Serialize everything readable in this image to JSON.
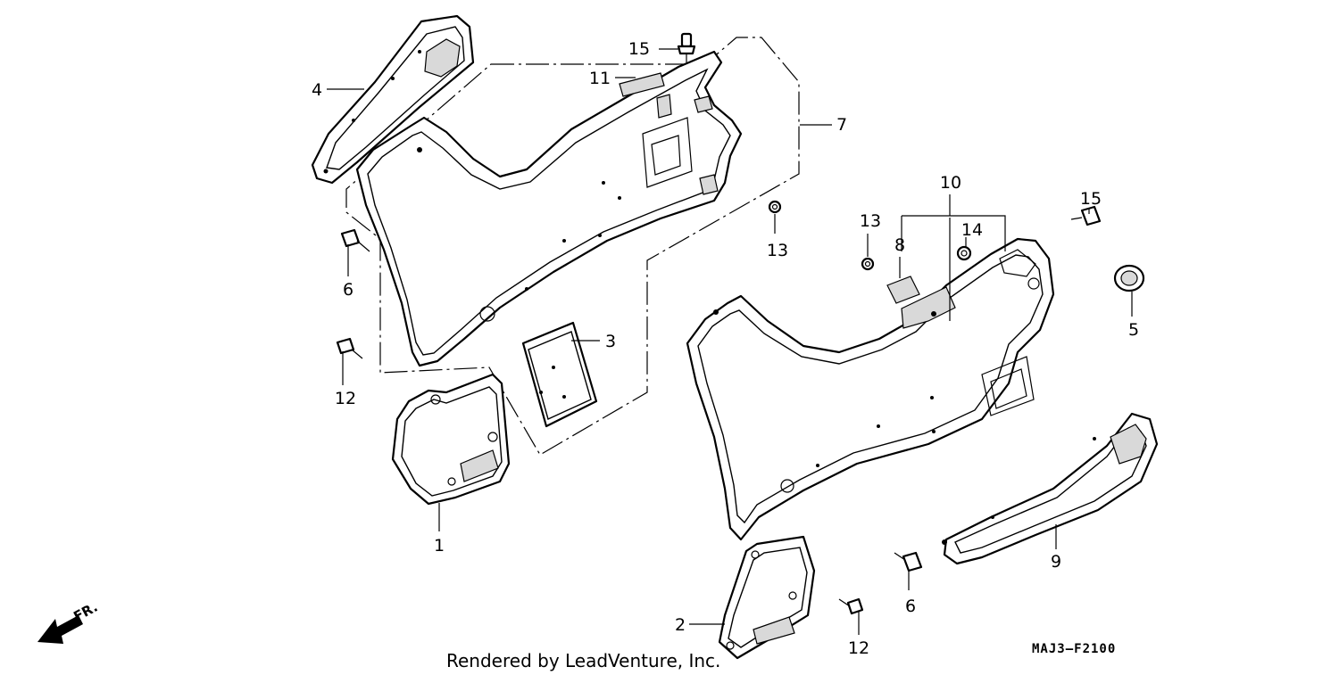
{
  "diagram": {
    "callouts": {
      "c1": "1",
      "c2": "2",
      "c3": "3",
      "c4": "4",
      "c5": "5",
      "c6a": "6",
      "c6b": "6",
      "c7": "7",
      "c8": "8",
      "c9": "9",
      "c10": "10",
      "c11": "11",
      "c12a": "12",
      "c12b": "12",
      "c13a": "13",
      "c13b": "13",
      "c14": "14",
      "c15a": "15",
      "c15b": "15"
    },
    "direction_label": "FR.",
    "credit": "Rendered by LeadVenture, Inc.",
    "diagram_code": "MAJ3–F2100"
  }
}
